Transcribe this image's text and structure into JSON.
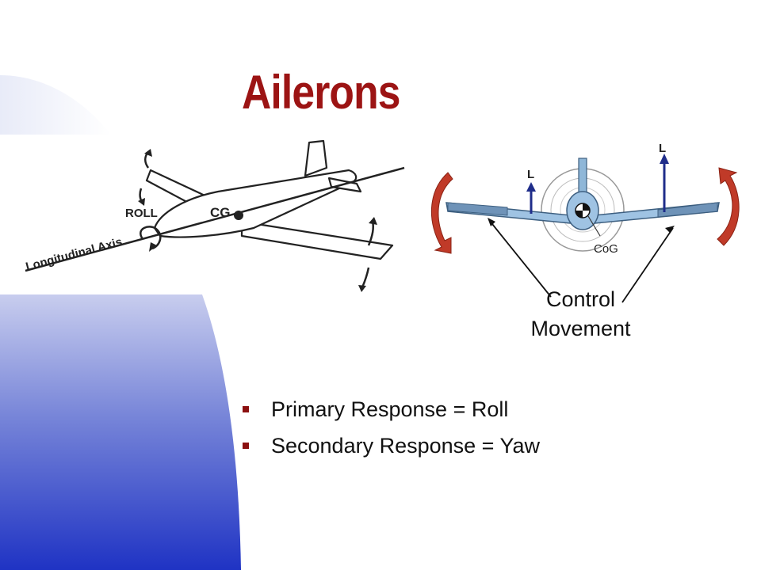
{
  "slide": {
    "title": "Ailerons",
    "bullets": [
      "Primary Response = Roll",
      "Secondary Response = Yaw"
    ],
    "colors": {
      "title": "#9c1414",
      "bullet_marker": "#8b1010",
      "gradient_top": "#c8cdee",
      "gradient_bottom": "#1f33c4",
      "roll_arrow": "#c03a28",
      "lift_arrow": "#1f2d8a"
    }
  },
  "left_figure": {
    "label_roll": "ROLL",
    "label_cg": "CG",
    "label_axis": "Longitudinal Axis"
  },
  "right_figure": {
    "label_lift_left": "L",
    "label_lift_right": "L",
    "label_cog": "CoG",
    "callout_line1": "Control",
    "callout_line2": "Movement"
  }
}
